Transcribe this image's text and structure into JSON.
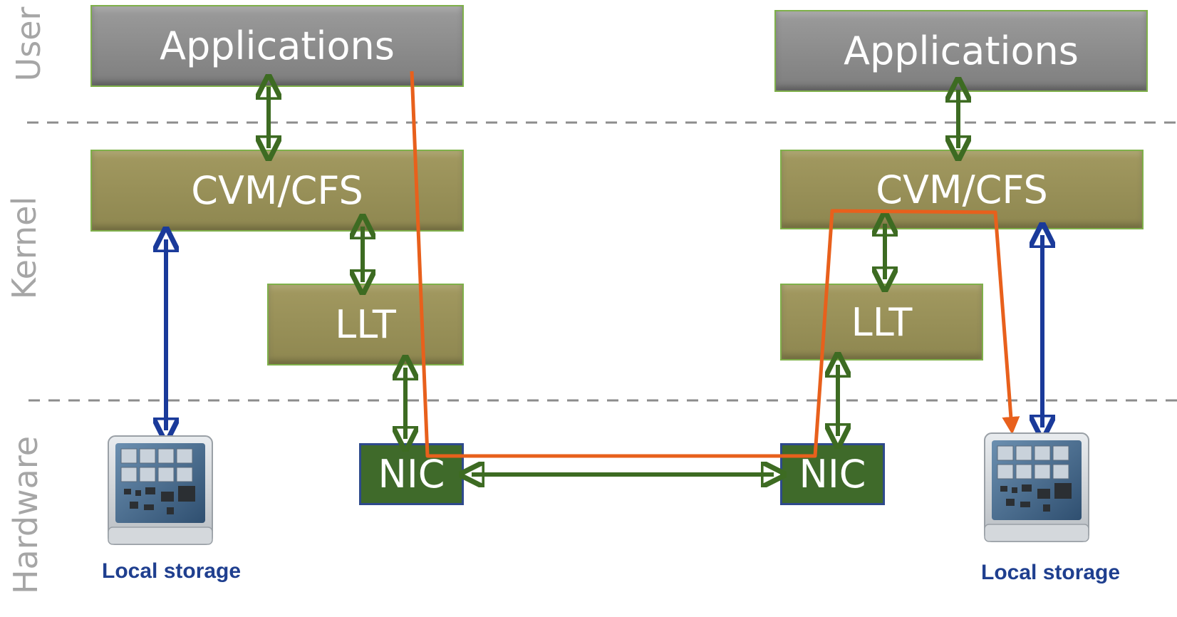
{
  "layers": {
    "user": "User",
    "kernel": "Kernel",
    "hardware": "Hardware"
  },
  "left_node": {
    "applications": "Applications",
    "cvm": "CVM/CFS",
    "llt": "LLT",
    "nic": "NIC",
    "storage": "Local storage"
  },
  "right_node": {
    "applications": "Applications",
    "cvm": "CVM/CFS",
    "llt": "LLT",
    "nic": "NIC",
    "storage": "Local storage"
  },
  "colors": {
    "app_block": "#8c8c8c",
    "kernel_block": "#9a9258",
    "nic_block": "#3f6a2a",
    "green_arrow": "#3d6b22",
    "blue_arrow": "#1a3a9a",
    "io_path": "#e8601c",
    "dashed_line": "#8c8c8c"
  }
}
